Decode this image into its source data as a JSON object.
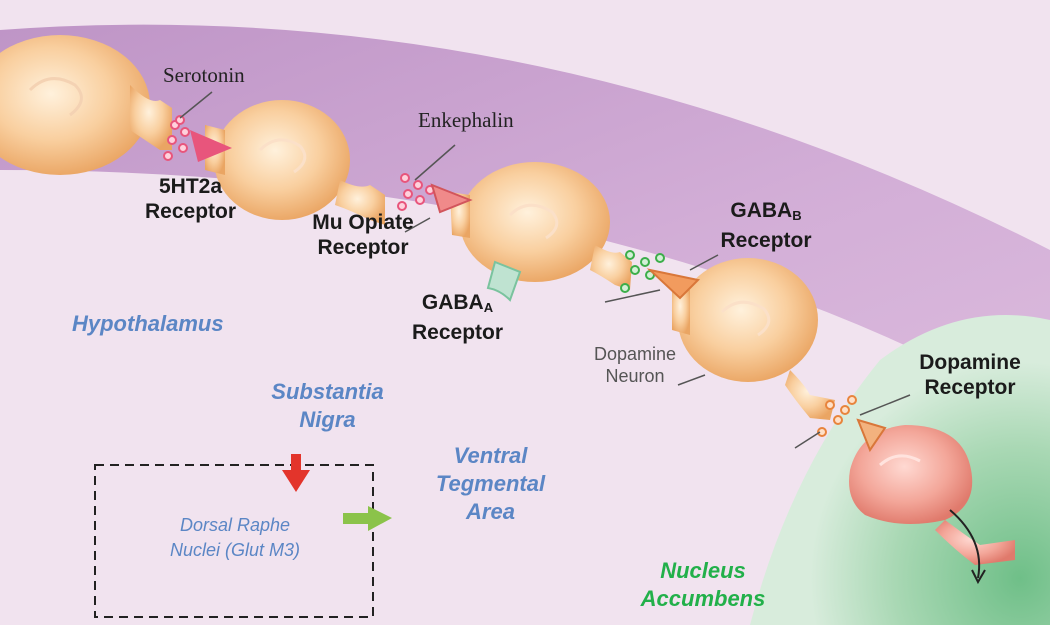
{
  "labels": {
    "serotonin": "Serotonin",
    "enkephalin": "Enkephalin",
    "ht2a_receptor_line1": "5HT2a",
    "ht2a_receptor_line2": "Receptor",
    "mu_opiate_line1": "Mu Opiate",
    "mu_opiate_line2": "Receptor",
    "gaba_a_main": "GABA",
    "gaba_a_sub": "A",
    "gaba_a_line2": "Receptor",
    "gaba_b_main": "GABA",
    "gaba_b_sub": "B",
    "gaba_b_line2": "Receptor",
    "dopamine_neuron_line1": "Dopamine",
    "dopamine_neuron_line2": "Neuron",
    "dopamine_receptor_line1": "Dopamine",
    "dopamine_receptor_line2": "Receptor"
  },
  "regions": {
    "hypothalamus": "Hypothalamus",
    "substantia_nigra_line1": "Substantia",
    "substantia_nigra_line2": "Nigra",
    "vta_line1": "Ventral",
    "vta_line2": "Tegmental",
    "vta_line3": "Area",
    "dorsal_raphe_line1": "Dorsal Raphe",
    "dorsal_raphe_line2": "Nuclei (Glut M3)",
    "nucleus_accumbens_line1": "Nucleus",
    "nucleus_accumbens_line2": "Accumbens"
  },
  "colors": {
    "background": "#f1e3ef",
    "purple_band": "#c9a1cf",
    "accumbens_green": "#a9d8b4",
    "neuron_orange": "#f6c08c",
    "neuron_red": "#f09a8e",
    "region_blue": "#5b86c5",
    "accumbens_text_green": "#22b04a",
    "serotonin_vesicle": "#e8557c",
    "gaba_vesicle": "#3cae4a",
    "dopamine_vesicle": "#e8843c",
    "red_arrow": "#e3342b",
    "green_arrow": "#8bc34a"
  }
}
